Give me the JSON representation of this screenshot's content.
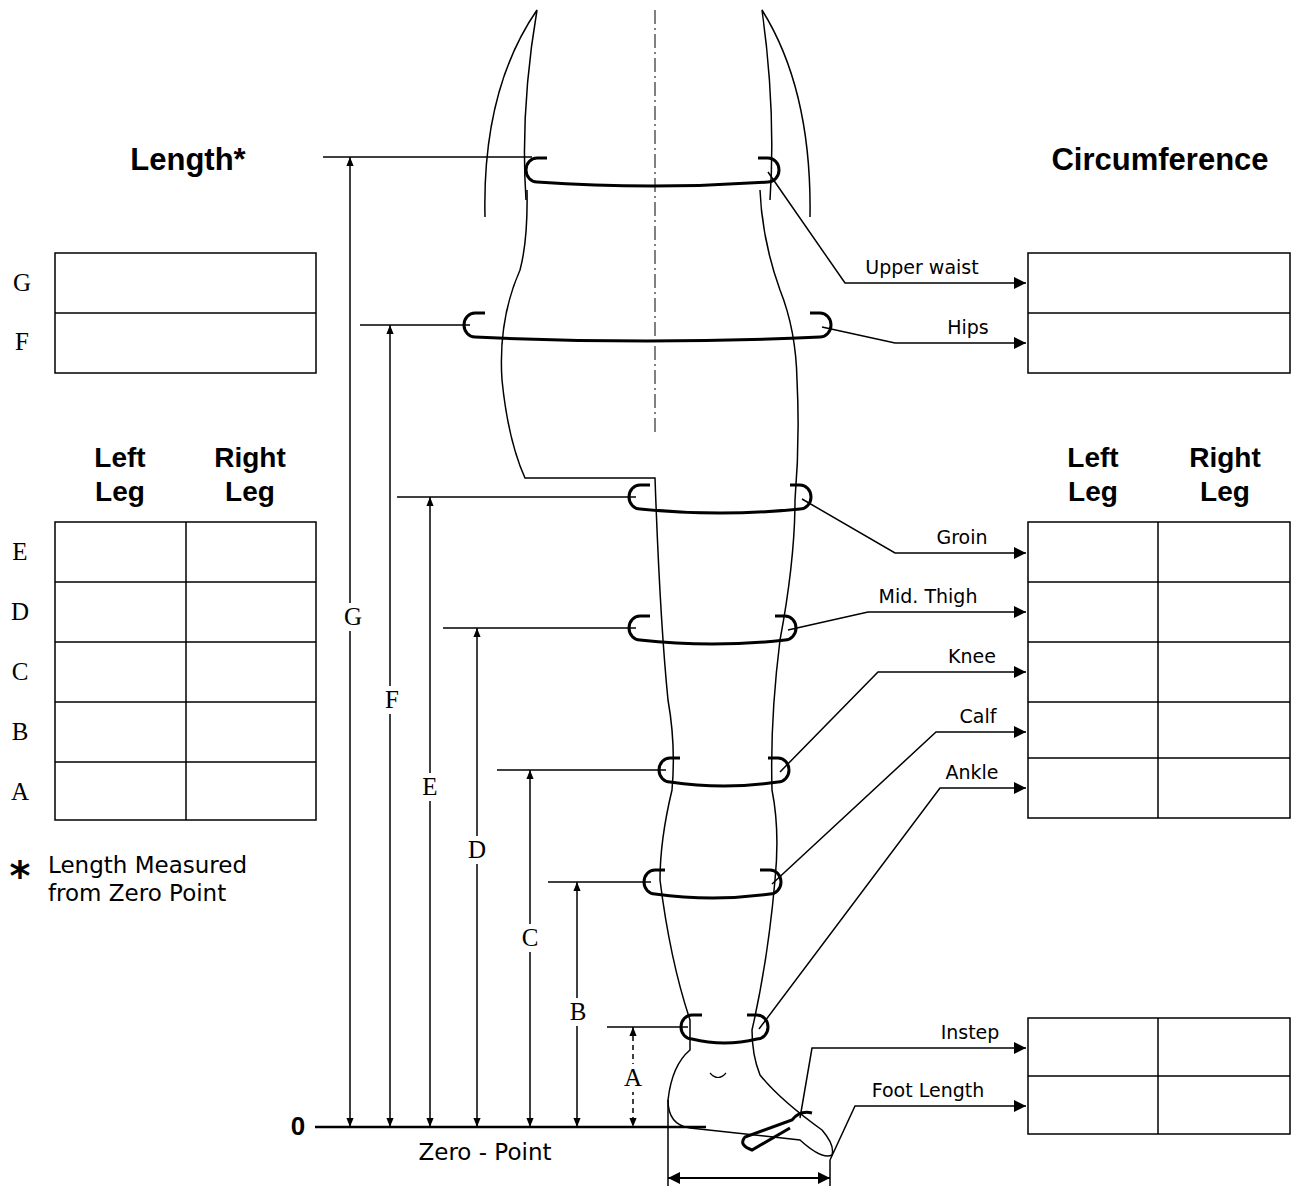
{
  "diagram": {
    "labels": [
      "Length*",
      "Circumference",
      "G",
      "F",
      "Left Leg",
      "Right Leg",
      "E",
      "D",
      "C",
      "B",
      "A",
      "*",
      "Length Measured from Zero Point",
      "G",
      "F",
      "E",
      "D",
      "C",
      "B",
      "A",
      "0",
      "Zero - Point",
      "Upper waist",
      "Hips",
      "Left Leg",
      "Right Leg",
      "Groin",
      "Mid. Thigh",
      "Knee",
      "Calf",
      "Ankle",
      "Instep",
      "Foot Length"
    ]
  }
}
